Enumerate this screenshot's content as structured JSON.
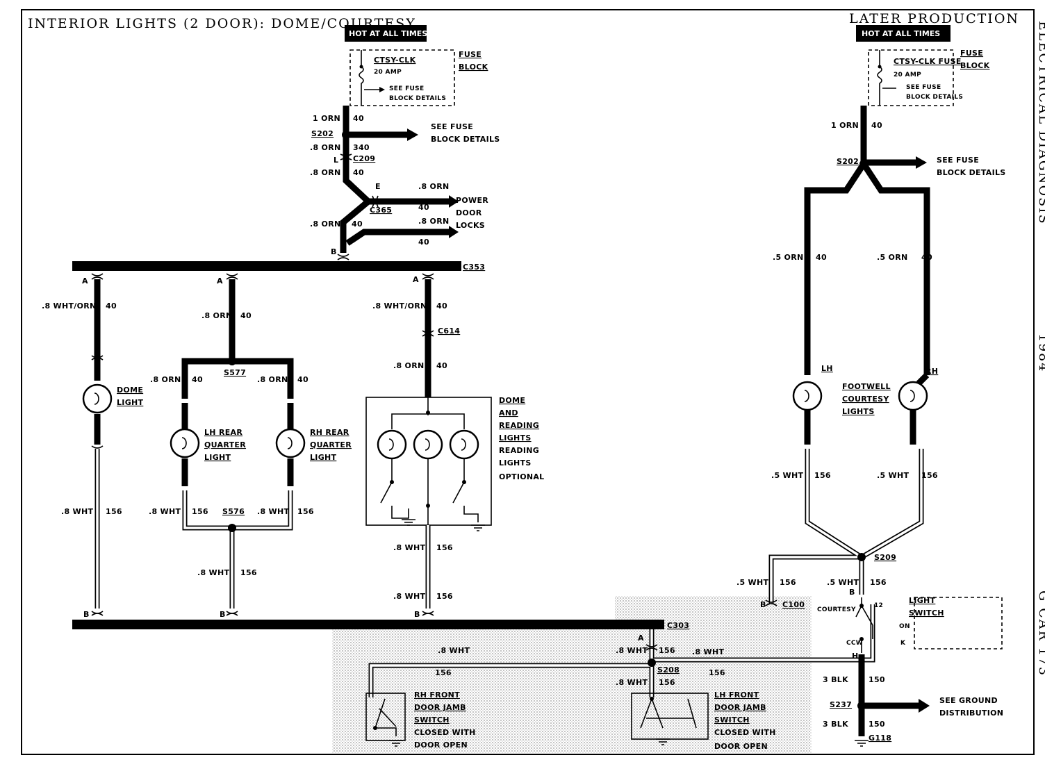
{
  "title": "INTERIOR LIGHTS (2 DOOR): DOME/COURTESY",
  "later_production": "LATER PRODUCTION",
  "side_text": {
    "line1": "ELECTRICAL DIAGNOSIS",
    "line2": "1984",
    "line3": "G CAR 173"
  },
  "left": {
    "hot": "HOT AT ALL TIMES",
    "fuse_name": "CTSY-CLK",
    "fuse_amp": "20 AMP",
    "see_fuse1": "SEE FUSE",
    "see_fuse2": "BLOCK DETAILS",
    "fuse_block1": "FUSE",
    "fuse_block2": "BLOCK",
    "w_1orn": "1 ORN",
    "c_40a": "40",
    "s202": "S202",
    "sf1": "SEE FUSE",
    "sf2": "BLOCK DETAILS",
    "w_8orn_a": ".8 ORN",
    "c_340": "340",
    "pin_l": "L",
    "c209": "C209",
    "w_8orn_b": ".8 ORN",
    "c_40b": "40",
    "pin_e": "E",
    "w_8orn_c": ".8 ORN",
    "c_40c": "40",
    "c365": "C365",
    "pdl1": "POWER",
    "pdl2": "DOOR",
    "pdl3": "LOCKS",
    "w_8orn_d": ".8 ORN",
    "c_40d": "40",
    "w_8orn_e": ".8 ORN",
    "c_40e": "40",
    "pin_b": "B",
    "c353": "C353",
    "pin_a1": "A",
    "pin_a2": "A",
    "pin_a3": "A",
    "w_dome_top": ".8 WHT/ORN",
    "c_dome_top": "40",
    "w_lq_top": ".8 ORN",
    "c_lq_top": "40",
    "w_rd_top": ".8 WHT/ORN",
    "c_rd_top": "40",
    "c614": "C614",
    "w_rd_mid": ".8 ORN",
    "c_rd_mid": "40",
    "s577": "S577",
    "w_lhq": ".8 ORN",
    "c_lhq": "40",
    "w_rhq": ".8 ORN",
    "c_rhq": "40",
    "dome1": "DOME",
    "dome2": "LIGHT",
    "lhq1": "LH REAR",
    "lhq2": "QUARTER",
    "lhq3": "LIGHT",
    "rhq1": "RH REAR",
    "rhq2": "QUARTER",
    "rhq3": "LIGHT",
    "drl1": "DOME",
    "drl2": "AND",
    "drl3": "READING",
    "drl4": "LIGHTS",
    "drl5": "READING",
    "drl6": "LIGHTS",
    "drl7": "OPTIONAL",
    "w_dome_bot": ".8 WHT",
    "c_dome_bot": "156",
    "w_lhq_bot": ".8 WHT",
    "c_lhq_bot": "156",
    "s576": "S576",
    "w_rhq_bot": ".8 WHT",
    "c_rhq_bot": "156",
    "w_s576_down": ".8 WHT",
    "c_s576_down": "156",
    "w_rd_bot1": ".8 WHT",
    "c_rd_bot1": "156",
    "w_rd_bot2": ".8 WHT",
    "c_rd_bot2": "156",
    "pin_b1": "B",
    "pin_b2": "B",
    "pin_b3": "B",
    "c303": "C303",
    "pin_a_lower": "A",
    "w_rhfd": ".8 WHT",
    "c_rhfd": "156",
    "w_mid": ".8 WHT",
    "c_mid": "156",
    "s208": "S208",
    "w_lhfd": ".8 WHT",
    "c_lhfd": "156",
    "w_right_run": ".8 WHT",
    "c_right_run": "156",
    "rhfd1": "RH FRONT",
    "rhfd2": "DOOR JAMB",
    "rhfd3": "SWITCH",
    "rhfd4": "CLOSED WITH",
    "rhfd5": "DOOR OPEN",
    "lhfd1": "LH FRONT",
    "lhfd2": "DOOR JAMB",
    "lhfd3": "SWITCH",
    "lhfd4": "CLOSED WITH",
    "lhfd5": "DOOR OPEN"
  },
  "right": {
    "hot": "HOT AT ALL TIMES",
    "fuse_name": "CTSY-CLK FUSE",
    "fuse_amp": "20 AMP",
    "see_fuse1": "SEE FUSE",
    "see_fuse2": "BLOCK DETAILS",
    "fuse_block1": "FUSE",
    "fuse_block2": "BLOCK",
    "w_1orn": "1 ORN",
    "c_40": "40",
    "s202": "S202",
    "sf1": "SEE FUSE",
    "sf2": "BLOCK DETAILS",
    "w_lh": ".5 ORN",
    "c_lh": "40",
    "w_rh": ".5 ORN",
    "c_rh": "40",
    "lh": "LH",
    "rh": "RH",
    "fw1": "FOOTWELL",
    "fw2": "COURTESY",
    "fw3": "LIGHTS",
    "w_lh_bot": ".5 WHT",
    "c_lh_bot": "156",
    "w_rh_bot": ".5 WHT",
    "c_rh_bot": "156",
    "s209": "S209",
    "w_left_drop": ".5 WHT",
    "c_left_drop": "156",
    "w_sw": ".5 WHT",
    "c_sw": "156",
    "pin_b": "B",
    "c100": "C100",
    "pin_b2": "B",
    "ls1": "LIGHT",
    "ls2": "SWITCH",
    "courtesy": "COURTESY",
    "n12": "12",
    "on": "ON",
    "ccw": "CCW",
    "pin_k": "K",
    "pin_h": "H",
    "w_blk1": "3 BLK",
    "c_blk1": "150",
    "s237": "S237",
    "w_blk2": "3 BLK",
    "c_blk2": "150",
    "g118": "G118",
    "sgd1": "SEE GROUND",
    "sgd2": "DISTRIBUTION"
  }
}
